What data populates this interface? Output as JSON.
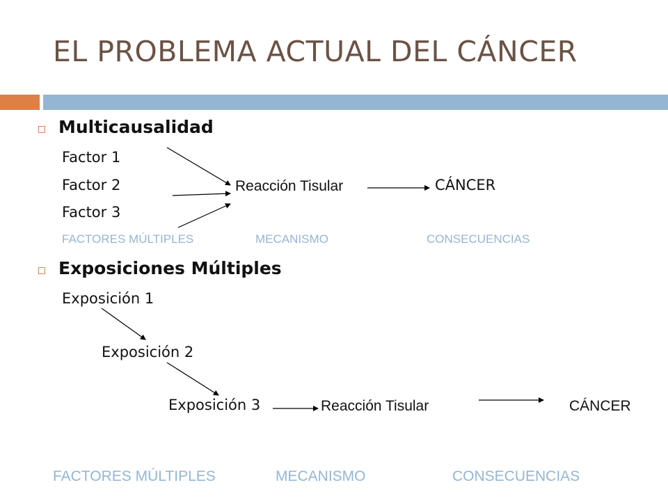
{
  "slide": {
    "title": "EL PROBLEMA ACTUAL DEL CÁNCER",
    "colors": {
      "accent_orange": "#dd8047",
      "accent_blue": "#94b6d2",
      "title": "#6b5245"
    },
    "section1": {
      "heading": "Multicausalidad",
      "factor1": "Factor 1",
      "factor2": "Factor 2",
      "factor3": "Factor 3",
      "reaction": "Reacción Tisular",
      "result": "CÁNCER",
      "label_factors": "FACTORES MÚLTIPLES",
      "label_mechanism": "MECANISMO",
      "label_consequences": "CONSECUENCIAS"
    },
    "section2": {
      "heading": "Exposiciones Múltiples",
      "exposure1": "Exposición 1",
      "exposure2": "Exposición 2",
      "exposure3": "Exposición 3",
      "reaction": "Reacción Tisular",
      "result": "CÁNCER",
      "label_factors": "FACTORES MÚLTIPLES",
      "label_mechanism": "MECANISMO",
      "label_consequences": "CONSECUENCIAS"
    }
  }
}
